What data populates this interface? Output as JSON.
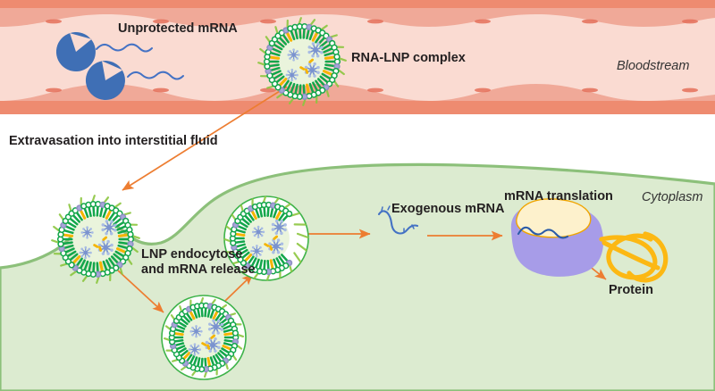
{
  "figure": {
    "title_visible": false,
    "regions": {
      "bloodstream": {
        "label": "Bloodstream",
        "color": "#FADBD2",
        "wall_color": "#F0A998",
        "band_color": "#EE8B70"
      },
      "interstitium": {
        "label": "",
        "color": "#FFFFFF"
      },
      "cell": {
        "label": "Cytoplasm",
        "fill": "#DCEBD0",
        "stroke": "#8CC07A"
      }
    },
    "labels": {
      "unprotected_mrna": "Unprotected mRNA",
      "rna_lnp_complex": "RNA-LNP complex",
      "bloodstream": "Bloodstream",
      "extravasation": "Extravasation into interstitial fluid",
      "lnp_endocytose": "LNP endocytose\nand mRNA release",
      "exogenous_mrna": "Exogenous mRNA",
      "mrna_translation": "mRNA translation",
      "cytoplasm": "Cytoplasm",
      "protein": "Protein"
    },
    "colors": {
      "arrow": "#ED7D31",
      "nuclease": "#3F6FB5",
      "mrna_strand": "#4472C4",
      "lipid_green_dark": "#12A64A",
      "lipid_green_light": "#8CC63F",
      "lipid_head_purple": "#A6A6D8",
      "lipid_head_orange": "#F5B400",
      "lnp_core": "#EAF4DC",
      "ribosome_large": "#A79CE8",
      "ribosome_small": "#FDF1CC",
      "ribosome_small_stroke": "#F0A500",
      "protein": "#FCB813",
      "text": "#231f20"
    },
    "entities": [
      {
        "name": "nuclease-enzyme",
        "count": 2,
        "shape": "pacman",
        "location": "bloodstream"
      },
      {
        "name": "free-mrna-strand",
        "count": 2,
        "shape": "wavy-line",
        "location": "bloodstream"
      },
      {
        "name": "lnp-particle-bloodstream",
        "count": 1,
        "location": "bloodstream"
      },
      {
        "name": "lnp-particle-membrane",
        "count": 1,
        "location": "cell-membrane-invagination"
      },
      {
        "name": "lnp-particle-endosome",
        "count": 1,
        "location": "cytoplasm-endosome"
      },
      {
        "name": "lnp-particle-opening",
        "count": 1,
        "location": "cytoplasm"
      },
      {
        "name": "released-mrna",
        "count": 1,
        "location": "cytoplasm"
      },
      {
        "name": "ribosome",
        "count": 1,
        "location": "cytoplasm"
      },
      {
        "name": "translated-protein",
        "count": 1,
        "location": "cytoplasm"
      }
    ],
    "arrows": [
      {
        "name": "extravasation-arrow",
        "from": "lnp-particle-bloodstream",
        "to": "cell-surface"
      },
      {
        "name": "endocytosis-arrow",
        "from": "membrane-lnp",
        "to": "endosome"
      },
      {
        "name": "endosome-escape-arrow",
        "from": "endosome",
        "to": "opening-lnp"
      },
      {
        "name": "mrna-release-arrow",
        "from": "opening-lnp",
        "to": "exogenous-mrna"
      },
      {
        "name": "translation-arrow",
        "from": "exogenous-mrna",
        "to": "ribosome"
      },
      {
        "name": "protein-output-arrow",
        "from": "ribosome",
        "to": "protein"
      }
    ]
  }
}
